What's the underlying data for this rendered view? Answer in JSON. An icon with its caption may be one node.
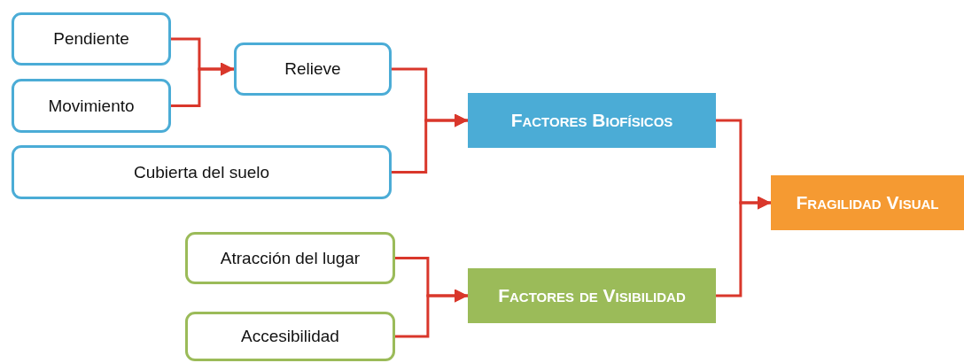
{
  "diagram": {
    "nodes": [
      {
        "text": [
          "Pendiente"
        ]
      },
      {
        "text": [
          "Movimiento"
        ]
      },
      {
        "text": [
          "Relieve"
        ]
      },
      {
        "text": [
          "Cubierta del suelo"
        ]
      },
      {
        "text": [
          "Factores Biofísicos"
        ]
      },
      {
        "text": [
          "Atracción del lugar"
        ]
      },
      {
        "text": [
          "Accesibilidad"
        ]
      },
      {
        "text": [
          "Factores de Visibilidad"
        ]
      },
      {
        "text": [
          "Fragilidad Visual"
        ]
      }
    ],
    "edges": [
      {
        "from": 0,
        "to": 2,
        "arrow": "to"
      },
      {
        "from": 1,
        "to": 2,
        "arrow": "to"
      },
      {
        "from": 2,
        "to": 4,
        "arrow": "to"
      },
      {
        "from": 3,
        "to": 4,
        "arrow": "to"
      },
      {
        "from": 5,
        "to": 7,
        "arrow": "to"
      },
      {
        "from": 6,
        "to": 7,
        "arrow": "to"
      },
      {
        "from": 4,
        "to": 8,
        "arrow": "to"
      },
      {
        "from": 7,
        "to": 8,
        "arrow": "to"
      }
    ]
  }
}
